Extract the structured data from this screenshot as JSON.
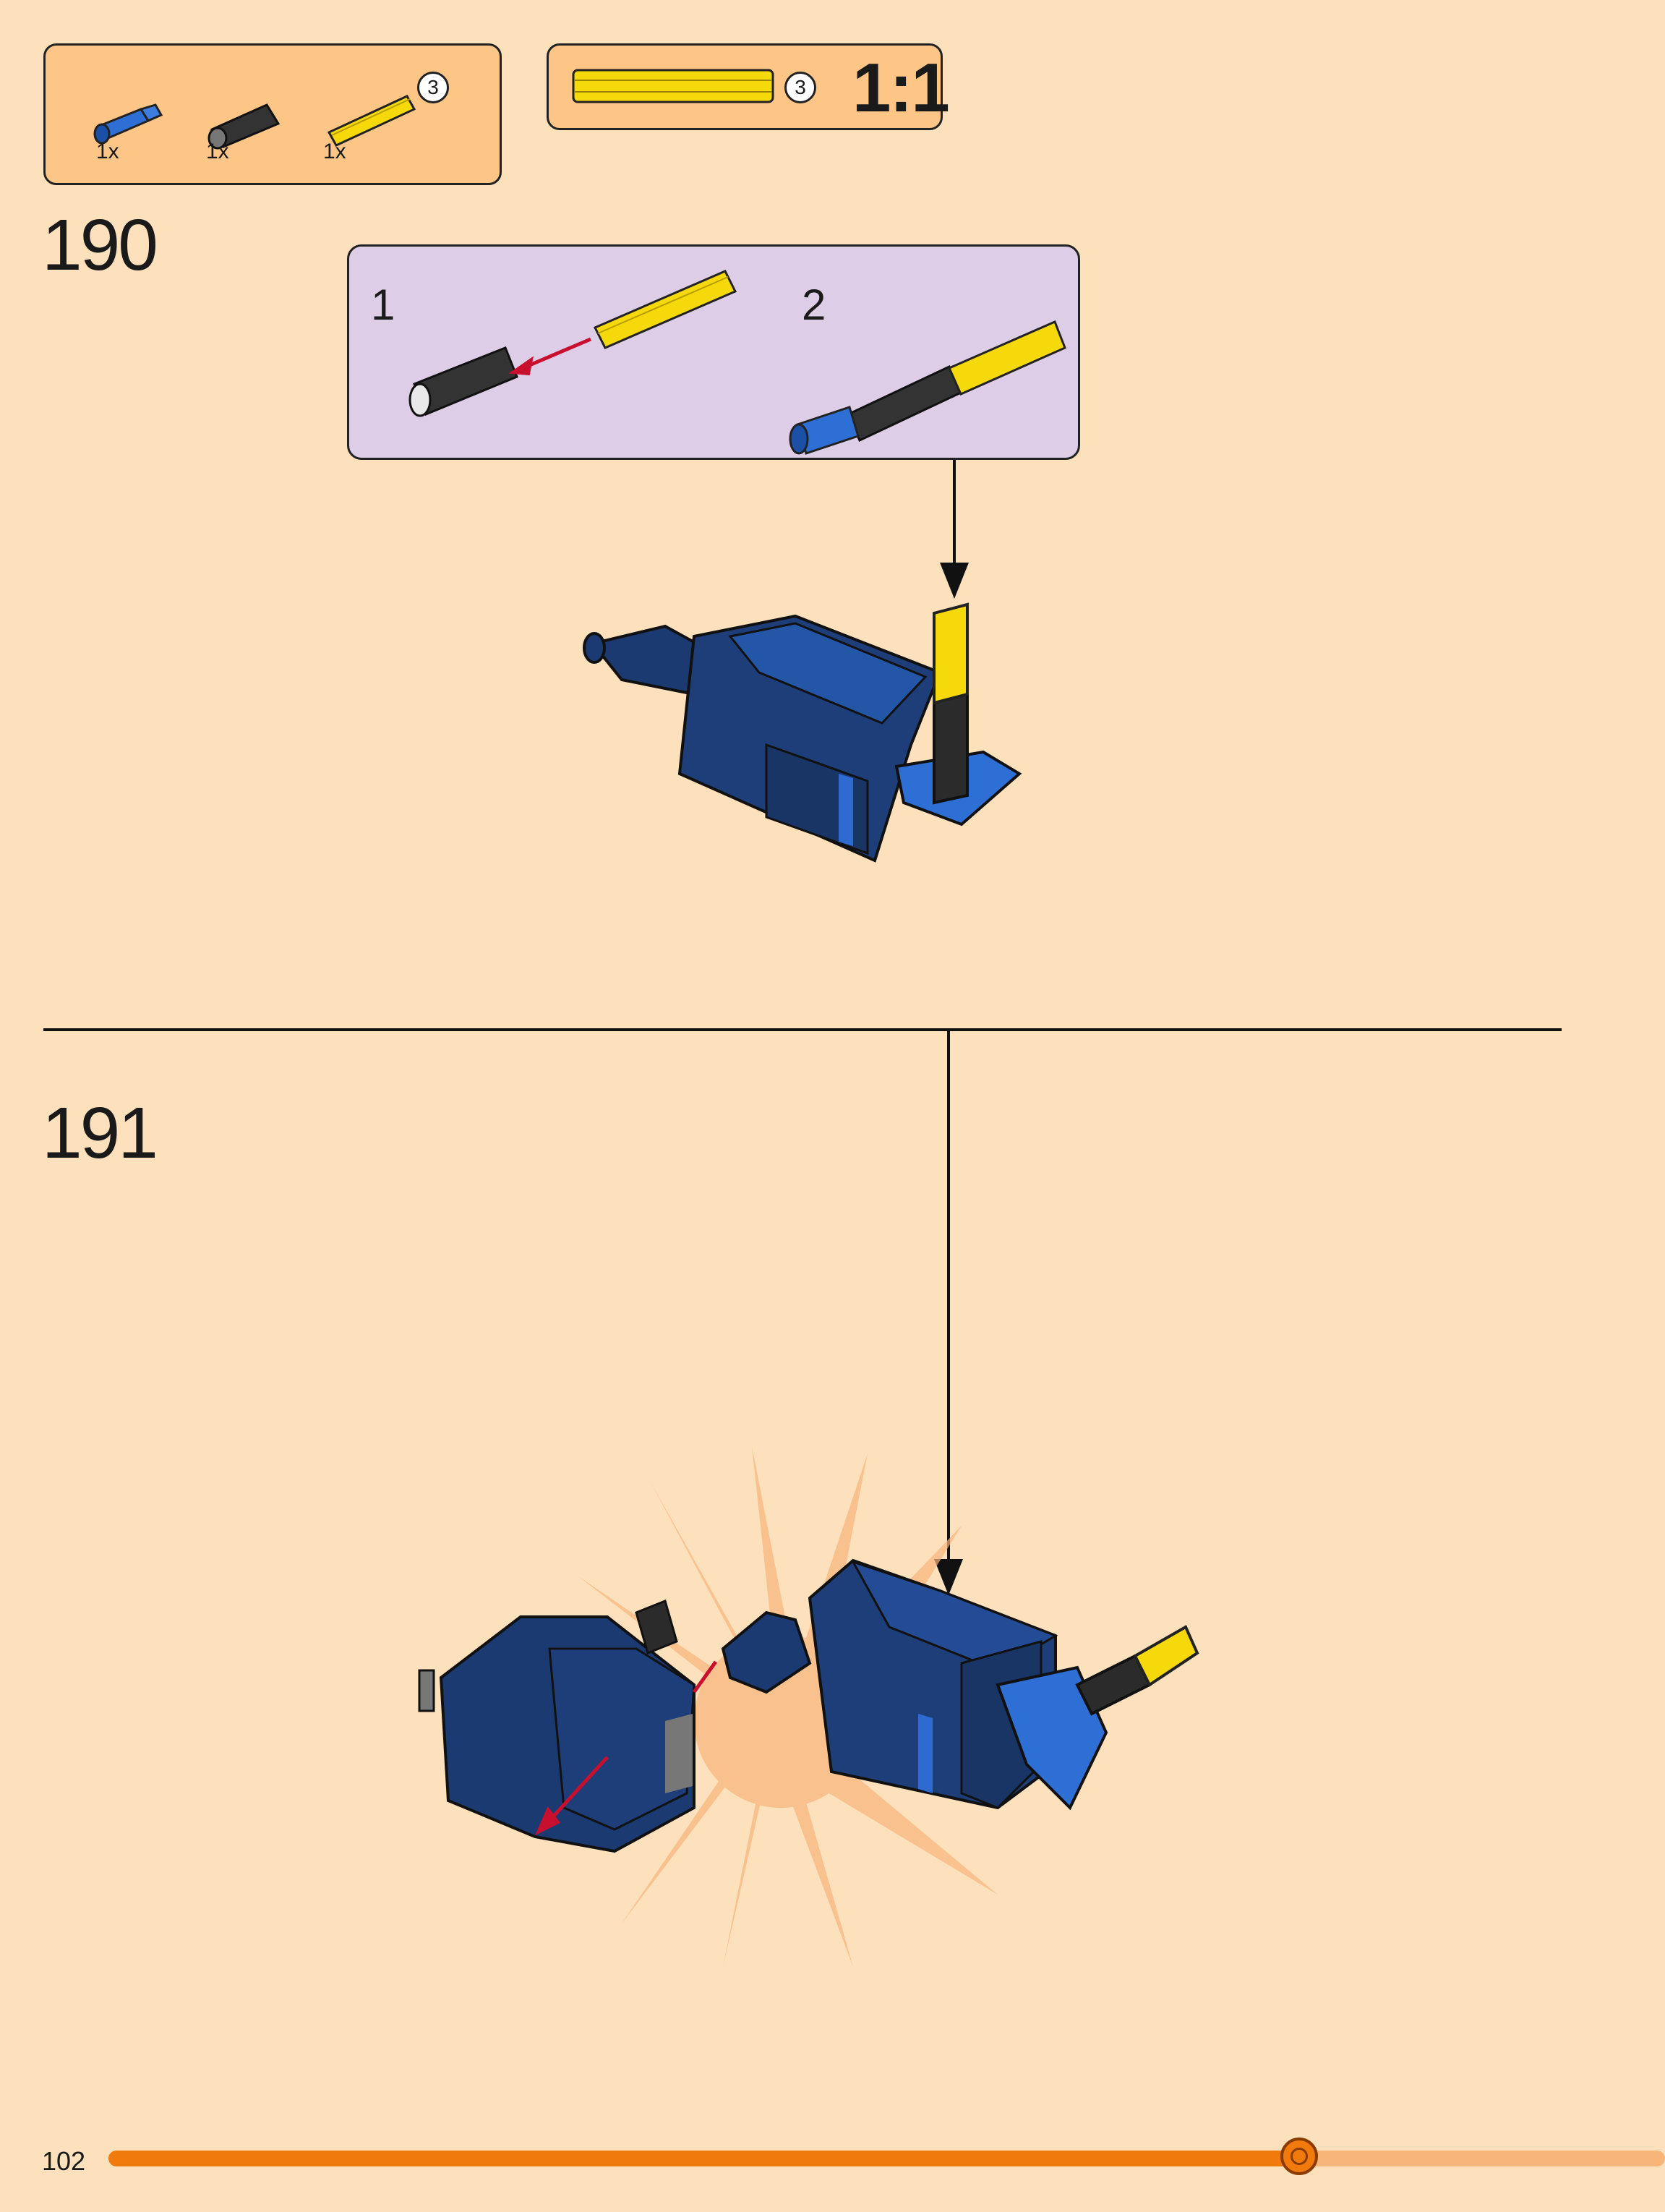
{
  "colors": {
    "page_background": "#fde0bc",
    "callout_background": "#fdc687",
    "submodel_background": "#ddcde6",
    "progress_bar": "#f07a0c",
    "progress_track": "#f7b57a"
  },
  "parts_list": {
    "items": [
      {
        "part": "blue connector pin",
        "quantity": "1x"
      },
      {
        "part": "black axle connector",
        "quantity": "1x"
      },
      {
        "part": "yellow axle",
        "quantity": "1x",
        "length_label": "3"
      }
    ]
  },
  "scale_reference": {
    "length_label": "3",
    "scale": "1:1"
  },
  "steps": [
    {
      "number": "190",
      "substeps": [
        {
          "number": "1",
          "icon": "insert-axle-into-connector"
        },
        {
          "number": "2",
          "icon": "add-pin-to-connector"
        }
      ]
    },
    {
      "number": "191"
    }
  ],
  "footer": {
    "page_number": "102",
    "progress": 0.765
  }
}
